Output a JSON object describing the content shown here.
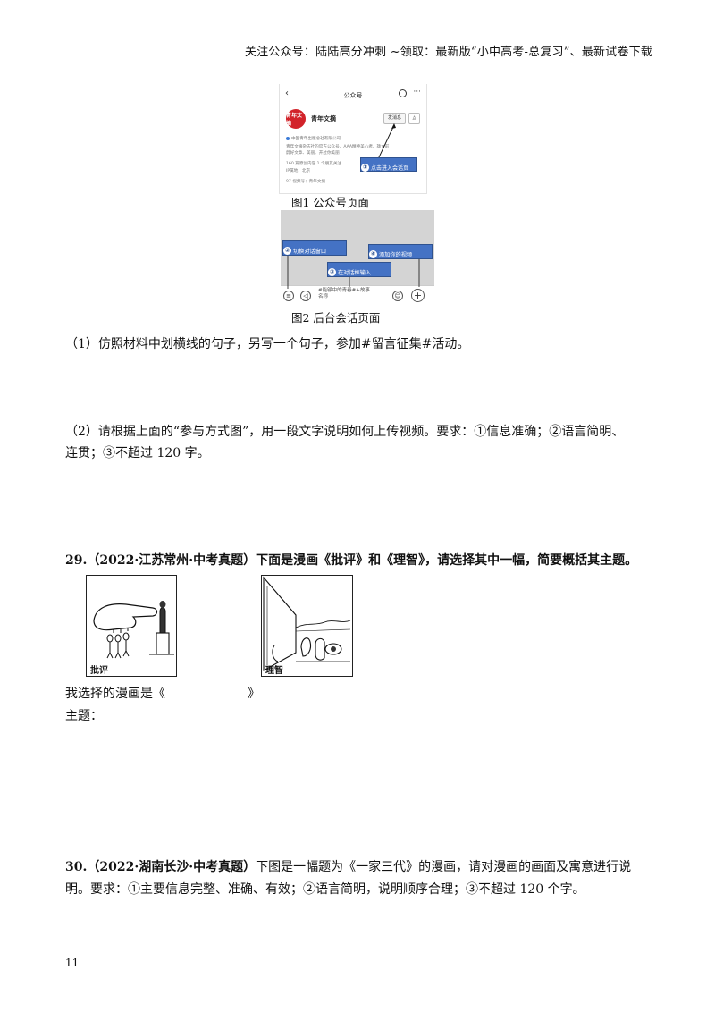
{
  "header": {
    "note": "关注公众号：陆陆高分冲刺 ~领取：最新版“小中高考-总复习”、最新试卷下载"
  },
  "figure1": {
    "topbar_title": "公众号",
    "back_glyph": "‹",
    "more_glyph": "···",
    "logo_text": "青年文摘",
    "account_name": "青年文摘",
    "message_button": "发消息",
    "user_icon_glyph": "♙",
    "lines": [
      "中国青年出版总社有限公司",
      "青年文摘杂志社的官方公众号。AAA精神美心者、雄立前",
      "蔚好文章、美丽、开过你美丽",
      "160 篇原创内容  1 个朋友关注",
      "IP属地：北京",
      "97 视频号：青年文摘"
    ],
    "callout_num": "①",
    "callout_text": "点击进入会话页",
    "caption": "图1  公众号页面"
  },
  "figure2": {
    "callouts": [
      {
        "num": "②",
        "text": "切换对话窗口"
      },
      {
        "num": "③",
        "text": "在对话框输入"
      },
      {
        "num": "④",
        "text": "添加你的视频"
      }
    ],
    "input_hint_line1": "#能够中的青春#+故事",
    "input_hint_line2": "名称",
    "icon_menu": "≡",
    "icon_voice": "◁",
    "icon_emoji": "☺",
    "icon_plus": "+",
    "caption": "图2  后台会话页面"
  },
  "questions": {
    "q1": "（1）仿照材料中划横线的句子，另写一个句子，参加#留言征集#活动。",
    "q2_line1": "（2）请根据上面的“参与方式图”，用一段文字说明如何上传视频。要求：①信息准确；②语言简明、",
    "q2_line2": "连贯；③不超过 120 字。",
    "q29_num": "29.",
    "q29_source": "（2022·江苏常州·中考真题）",
    "q29_text": "下面是漫画《批评》和《理智》，请选择其中一幅，简要概括其主题。",
    "comic1_label": "批评",
    "comic2_label": "理智",
    "choose_prefix": "我选择的漫画是《",
    "choose_suffix": "》",
    "theme_label": "主题：",
    "q30_num": "30.",
    "q30_source": "（2022·湖南长沙·中考真题）",
    "q30_line1": "下图是一幅题为《一家三代》的漫画，请对漫画的画面及寓意进行说",
    "q30_line2": "明。要求：①主要信息完整、准确、有效；②语言简明，说明顺序合理；③不超过 120 个字。"
  },
  "page_number": "11"
}
